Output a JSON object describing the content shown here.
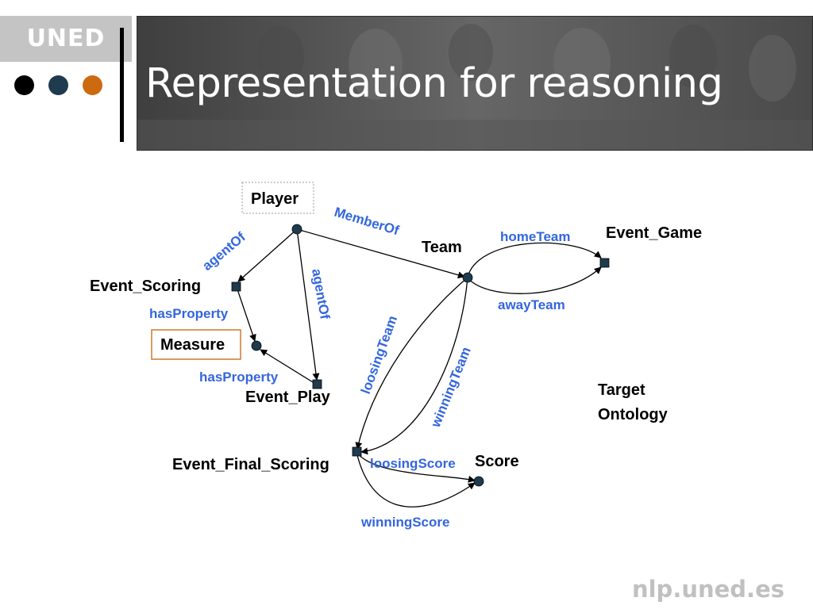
{
  "logo": {
    "text": "UNED",
    "dot_colors": [
      "#000000",
      "#1e3b4f",
      "#cc6a10"
    ]
  },
  "header": {
    "title": "Representation for reasoning"
  },
  "footer": {
    "text": "nlp.uned.es"
  },
  "diagram": {
    "colors": {
      "node": "#1e3b4f",
      "edge": "#000000",
      "edge_label": "#3366dd",
      "measure_border": "#cc7a2a",
      "player_border": "#9999aa"
    },
    "nodes": {
      "player": "Player",
      "team": "Team",
      "event_game": "Event_Game",
      "event_scoring": "Event_Scoring",
      "measure": "Measure",
      "event_play": "Event_Play",
      "event_final_scoring": "Event_Final_Scoring",
      "score": "Score"
    },
    "edges": {
      "member_of": "MemberOf",
      "agent_of_1": "agentOf",
      "agent_of_2": "agentOf",
      "home_team": "homeTeam",
      "away_team": "awayTeam",
      "has_property_1": "hasProperty",
      "has_property_2": "hasProperty",
      "loosing_team": "loosingTeam",
      "winning_team": "winningTeam",
      "loosing_score": "loosingScore",
      "winning_score": "winningScore"
    },
    "caption": {
      "line1": "Target",
      "line2": "Ontology"
    }
  }
}
